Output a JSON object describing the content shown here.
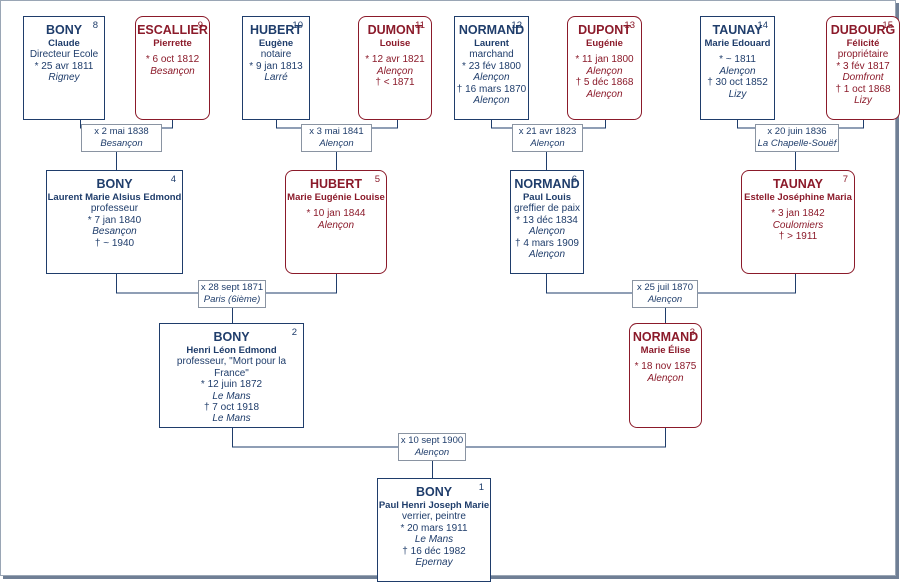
{
  "people": [
    {
      "num": "1",
      "name": "BONY",
      "given": "Paul Henri Joseph Marie",
      "lines": [
        {
          "t": "verrier, peintre",
          "i": false
        },
        {
          "t": "* 20 mars 1911",
          "i": false
        },
        {
          "t": "Le Mans",
          "i": true
        },
        {
          "t": "† 16 déc 1982",
          "i": false
        },
        {
          "t": "Epernay",
          "i": true
        }
      ],
      "sex": "m"
    },
    {
      "num": "2",
      "name": "BONY",
      "given": "Henri Léon Edmond",
      "lines": [
        {
          "t": "professeur, \"Mort pour la France\"",
          "i": false
        },
        {
          "t": "* 12 juin 1872",
          "i": false
        },
        {
          "t": "Le Mans",
          "i": true
        },
        {
          "t": "† 7 oct 1918",
          "i": false
        },
        {
          "t": "Le Mans",
          "i": true
        }
      ],
      "sex": "m"
    },
    {
      "num": "3",
      "name": "NORMAND",
      "given": "Marie Élise",
      "lines": [
        {
          "t": "",
          "i": false
        },
        {
          "t": "* 18 nov 1875",
          "i": false
        },
        {
          "t": "Alençon",
          "i": true
        }
      ],
      "sex": "f"
    },
    {
      "num": "4",
      "name": "BONY",
      "given": "Laurent Marie Alsius Edmond",
      "lines": [
        {
          "t": "professeur",
          "i": false
        },
        {
          "t": "* 7 jan 1840",
          "i": false
        },
        {
          "t": "Besançon",
          "i": true
        },
        {
          "t": "† ~ 1940",
          "i": false
        }
      ],
      "sex": "m"
    },
    {
      "num": "5",
      "name": "HUBERT",
      "given": "Marie Eugénie Louise",
      "lines": [
        {
          "t": "",
          "i": false
        },
        {
          "t": "* 10 jan 1844",
          "i": false
        },
        {
          "t": "Alençon",
          "i": true
        }
      ],
      "sex": "f"
    },
    {
      "num": "6",
      "name": "NORMAND",
      "given": "Paul Louis",
      "lines": [
        {
          "t": "greffier de paix",
          "i": false
        },
        {
          "t": "* 13 déc 1834",
          "i": false
        },
        {
          "t": "Alençon",
          "i": true
        },
        {
          "t": "† 4 mars 1909",
          "i": false
        },
        {
          "t": "Alençon",
          "i": true
        }
      ],
      "sex": "m"
    },
    {
      "num": "7",
      "name": "TAUNAY",
      "given": "Estelle Joséphine Maria",
      "lines": [
        {
          "t": "",
          "i": false
        },
        {
          "t": "* 3 jan 1842",
          "i": false
        },
        {
          "t": "Coulomiers",
          "i": true
        },
        {
          "t": "† > 1911",
          "i": false
        }
      ],
      "sex": "f"
    },
    {
      "num": "8",
      "name": "BONY",
      "given": "Claude",
      "lines": [
        {
          "t": "Directeur Ecole",
          "i": false
        },
        {
          "t": "* 25 avr 1811",
          "i": false
        },
        {
          "t": "Rigney",
          "i": true
        }
      ],
      "sex": "m"
    },
    {
      "num": "9",
      "name": "ESCALLIER",
      "given": "Pierrette",
      "lines": [
        {
          "t": "",
          "i": false
        },
        {
          "t": "* 6 oct 1812",
          "i": false
        },
        {
          "t": "Besançon",
          "i": true
        }
      ],
      "sex": "f"
    },
    {
      "num": "10",
      "name": "HUBERT",
      "given": "Eugène",
      "lines": [
        {
          "t": "notaire",
          "i": false
        },
        {
          "t": "* 9 jan 1813",
          "i": false
        },
        {
          "t": "Larré",
          "i": true
        }
      ],
      "sex": "m"
    },
    {
      "num": "11",
      "name": "DUMONT",
      "given": "Louise",
      "lines": [
        {
          "t": "",
          "i": false
        },
        {
          "t": "* 12 avr 1821",
          "i": false
        },
        {
          "t": "Alençon",
          "i": true
        },
        {
          "t": "† < 1871",
          "i": false
        }
      ],
      "sex": "f"
    },
    {
      "num": "12",
      "name": "NORMAND",
      "given": "Laurent",
      "lines": [
        {
          "t": "marchand",
          "i": false
        },
        {
          "t": "* 23 fév 1800",
          "i": false
        },
        {
          "t": "Alençon",
          "i": true
        },
        {
          "t": "† 16 mars 1870",
          "i": false
        },
        {
          "t": "Alençon",
          "i": true
        }
      ],
      "sex": "m"
    },
    {
      "num": "13",
      "name": "DUPONT",
      "given": "Eugénie",
      "lines": [
        {
          "t": "",
          "i": false
        },
        {
          "t": "* 11 jan 1800",
          "i": false
        },
        {
          "t": "Alençon",
          "i": true
        },
        {
          "t": "† 5 déc 1868",
          "i": false
        },
        {
          "t": "Alençon",
          "i": true
        }
      ],
      "sex": "f"
    },
    {
      "num": "14",
      "name": "TAUNAY",
      "given": "Marie Edouard",
      "lines": [
        {
          "t": "",
          "i": false
        },
        {
          "t": "* ~ 1811",
          "i": false
        },
        {
          "t": "Alençon",
          "i": true
        },
        {
          "t": "† 30 oct 1852",
          "i": false
        },
        {
          "t": "Lizy",
          "i": true
        }
      ],
      "sex": "m"
    },
    {
      "num": "15",
      "name": "DUBOURG",
      "given": "Félicité",
      "lines": [
        {
          "t": "propriétaire",
          "i": false
        },
        {
          "t": "* 3 fév 1817",
          "i": false
        },
        {
          "t": "Domfront",
          "i": true
        },
        {
          "t": "† 1 oct 1868",
          "i": false
        },
        {
          "t": "Lizy",
          "i": true
        }
      ],
      "sex": "f"
    }
  ],
  "marriages": [
    {
      "id": "m8",
      "date": "x 2 mai 1838",
      "place": "Besançon"
    },
    {
      "id": "m10",
      "date": "x 3 mai 1841",
      "place": "Alençon"
    },
    {
      "id": "m12",
      "date": "x 21 avr 1823",
      "place": "Alençon"
    },
    {
      "id": "m14",
      "date": "x 20 juin 1836",
      "place": "La Chapelle-Souëf"
    },
    {
      "id": "m4",
      "date": "x 28 sept 1871",
      "place": "Paris (6ième)"
    },
    {
      "id": "m6",
      "date": "x 25 juil 1870",
      "place": "Alençon"
    },
    {
      "id": "m2",
      "date": "x 10 sept 1900",
      "place": "Alençon"
    }
  ]
}
